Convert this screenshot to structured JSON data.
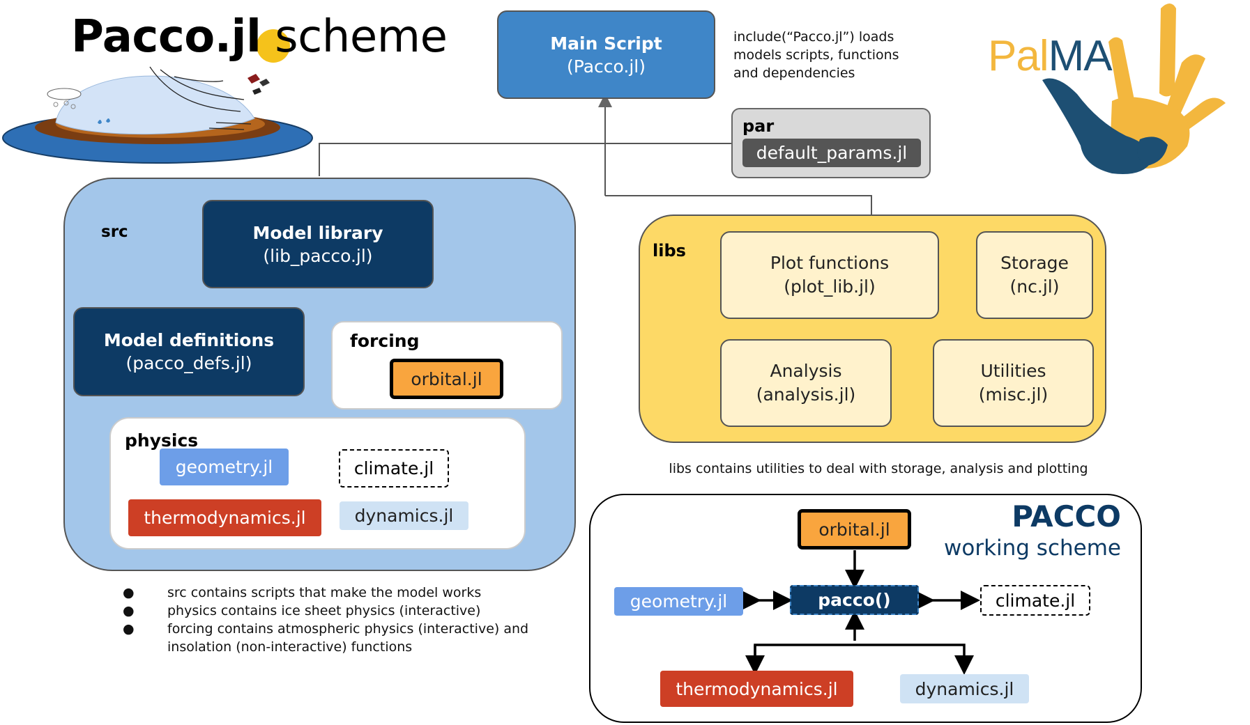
{
  "title": {
    "main": "Pacco.jl",
    "sub": "scheme"
  },
  "main_script": {
    "title": "Main Script",
    "file": "(Pacco.jl)"
  },
  "main_note": [
    "include(“Pacco.jl”) loads",
    "models scripts, functions",
    "and dependencies"
  ],
  "logo": {
    "text_a": "Pal",
    "text_b": "MA"
  },
  "par": {
    "label": "par",
    "file": "default_params.jl"
  },
  "src": {
    "label": "src",
    "model_library": {
      "title": "Model library",
      "file": "(lib_pacco.jl)"
    },
    "model_definitions": {
      "title": "Model definitions",
      "file": "(pacco_defs.jl)"
    },
    "forcing": {
      "label": "forcing",
      "file": "orbital.jl"
    },
    "physics": {
      "label": "physics",
      "geometry": "geometry.jl",
      "climate": "climate.jl",
      "thermodynamics": "thermodynamics.jl",
      "dynamics": "dynamics.jl"
    }
  },
  "src_notes": [
    "src contains scripts that make the model works",
    "physics contains ice sheet physics (interactive)",
    "forcing contains atmospheric physics (interactive) and",
    "insolation (non-interactive) functions"
  ],
  "libs": {
    "label": "libs",
    "plot": {
      "title": "Plot functions",
      "file": "(plot_lib.jl)"
    },
    "storage": {
      "title": "Storage",
      "file": "(nc.jl)"
    },
    "analysis": {
      "title": "Analysis",
      "file": "(analysis.jl)"
    },
    "utilities": {
      "title": "Utilities",
      "file": "(misc.jl)"
    }
  },
  "libs_note": "libs contains utilities to deal with storage, analysis and plotting",
  "working": {
    "title": "PACCO",
    "subtitle": "working scheme",
    "orbital": "orbital.jl",
    "pacco": "pacco()",
    "geometry": "geometry.jl",
    "climate": "climate.jl",
    "thermodynamics": "thermodynamics.jl",
    "dynamics": "dynamics.jl"
  },
  "colors": {
    "src_bg": "#a3c6ea",
    "libs_bg": "#fdd966",
    "dark_blue": "#0d3a64",
    "main_blue": "#3f86c8",
    "orange": "#f9a53e",
    "geometry": "#6d9ee8",
    "thermodynamics": "#cd3f25",
    "dynamics": "#cfe2f4",
    "logo_yellow": "#f3b73e",
    "logo_blue": "#1d4f73"
  }
}
